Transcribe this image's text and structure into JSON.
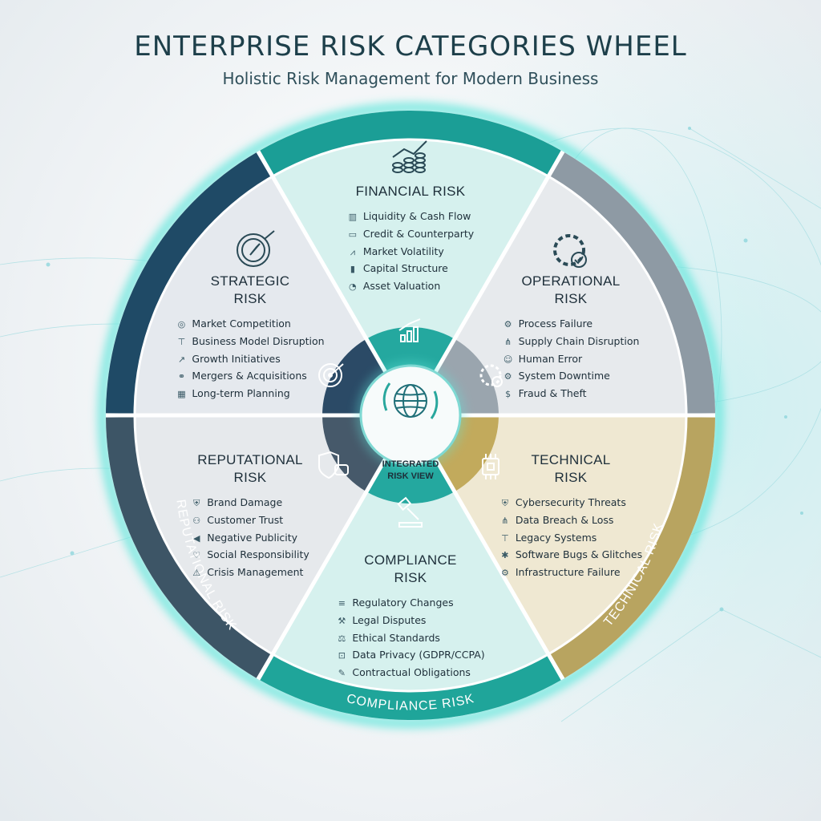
{
  "title": "ENTERPRISE RISK CATEGORIES WHEEL",
  "subtitle": "Holistic Risk Management for Modern Business",
  "center": {
    "label_line1": "INTEGRATED",
    "label_line2": "RISK VIEW",
    "icon": "globe-cycle-icon"
  },
  "colors": {
    "financial": "#1b9e96",
    "operational": "#8e9aa4",
    "technical": "#b8a460",
    "compliance": "#1fa59a",
    "reputational": "#3d5566",
    "strategic": "#1f4a66",
    "glow": "#63e6dc"
  },
  "segments": [
    {
      "id": "financial",
      "title_line1": "FINANCIAL RISK",
      "title_line2": "",
      "ring_label": "",
      "icon": "coins-growth-icon",
      "items": [
        {
          "label": "Liquidity & Cash Flow",
          "icon": "chart-bars-icon"
        },
        {
          "label": "Credit & Counterparty",
          "icon": "credit-card-icon"
        },
        {
          "label": "Market Volatility",
          "icon": "volatility-chart-icon"
        },
        {
          "label": "Capital Structure",
          "icon": "bar-chart-icon"
        },
        {
          "label": "Asset Valuation",
          "icon": "pie-chart-icon"
        }
      ]
    },
    {
      "id": "operational",
      "title_line1": "OPERATIONAL",
      "title_line2": "RISK",
      "ring_label": "",
      "icon": "gear-check-icon",
      "items": [
        {
          "label": "Process Failure",
          "icon": "gear-icon"
        },
        {
          "label": "Supply Chain Disruption",
          "icon": "network-icon"
        },
        {
          "label": "Human Error",
          "icon": "person-icon"
        },
        {
          "label": "System Downtime",
          "icon": "gear-icon"
        },
        {
          "label": "Fraud & Theft",
          "icon": "money-bag-icon"
        }
      ]
    },
    {
      "id": "technical",
      "title_line1": "TECHNICAL",
      "title_line2": "RISK",
      "ring_label": "TECHNICAL RISK",
      "icon": "chip-icon",
      "items": [
        {
          "label": "Cybersecurity Threats",
          "icon": "shield-icon"
        },
        {
          "label": "Data Breach & Loss",
          "icon": "network-icon"
        },
        {
          "label": "Legacy Systems",
          "icon": "hierarchy-icon"
        },
        {
          "label": "Software Bugs & Glitches",
          "icon": "bug-icon"
        },
        {
          "label": "Infrastructure Failure",
          "icon": "gear-icon"
        }
      ]
    },
    {
      "id": "compliance",
      "title_line1": "COMPLIANCE",
      "title_line2": "RISK",
      "ring_label": "COMPLIANCE RISK",
      "icon": "gavel-icon",
      "items": [
        {
          "label": "Regulatory Changes",
          "icon": "document-icon"
        },
        {
          "label": "Legal Disputes",
          "icon": "gavel-icon"
        },
        {
          "label": "Ethical Standards",
          "icon": "scales-icon"
        },
        {
          "label": "Data Privacy (GDPR/CCPA)",
          "icon": "lock-icon"
        },
        {
          "label": "Contractual Obligations",
          "icon": "contract-icon"
        }
      ]
    },
    {
      "id": "reputational",
      "title_line1": "REPUTATIONAL",
      "title_line2": "RISK",
      "ring_label": "REPUTATIONAL RISK",
      "icon": "star-shield-speech-icon",
      "items": [
        {
          "label": "Brand Damage",
          "icon": "shield-icon"
        },
        {
          "label": "Customer Trust",
          "icon": "users-icon"
        },
        {
          "label": "Negative Publicity",
          "icon": "megaphone-icon"
        },
        {
          "label": "Social Responsibility",
          "icon": "hands-icon"
        },
        {
          "label": "Crisis Management",
          "icon": "alert-icon"
        }
      ]
    },
    {
      "id": "strategic",
      "title_line1": "STRATEGIC",
      "title_line2": "RISK",
      "ring_label": "",
      "icon": "compass-icon",
      "inner_icon": "target-icon",
      "items": [
        {
          "label": "Market Competition",
          "icon": "target-icon"
        },
        {
          "label": "Business Model Disruption",
          "icon": "hierarchy-icon"
        },
        {
          "label": "Growth Initiatives",
          "icon": "trend-up-icon"
        },
        {
          "label": "Mergers & Acquisitions",
          "icon": "handshake-icon"
        },
        {
          "label": "Long-term Planning",
          "icon": "calendar-icon"
        }
      ]
    }
  ]
}
